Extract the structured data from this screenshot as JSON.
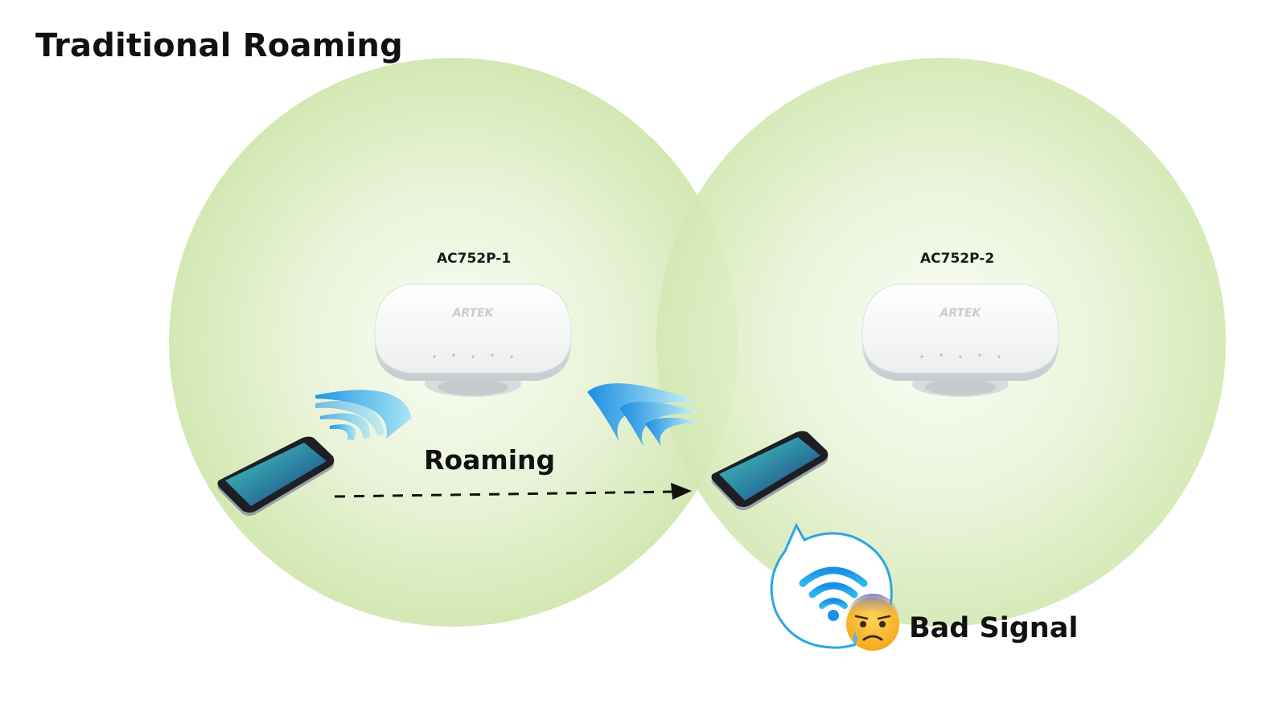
{
  "title": "Traditional Roaming",
  "access_points": [
    {
      "label": "AC752P-1",
      "brand": "ARTEK"
    },
    {
      "label": "AC752P-2",
      "brand": "ARTEK"
    }
  ],
  "roaming_label": "Roaming",
  "bad_signal_label": "Bad Signal",
  "colors": {
    "coverage_center": "#f7fbee",
    "coverage_edge": "#d5e9b6",
    "phone_screen_top": "#3fc7bf",
    "phone_screen_bottom": "#2c2f7a",
    "wifi_wave": "#1aa3e8",
    "bubble_outline": "#2aa6e6"
  },
  "icons": [
    "access-point-device-icon",
    "smartphone-icon",
    "wifi-signal-waves-icon",
    "wifi-icon",
    "worried-face-emoji-icon",
    "dashed-arrow-icon"
  ]
}
